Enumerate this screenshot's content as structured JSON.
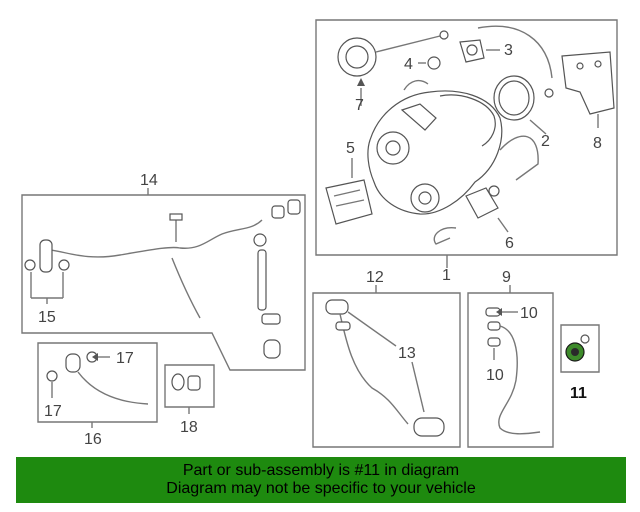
{
  "diagram": {
    "callouts": {
      "c1": "1",
      "c2": "2",
      "c3": "3",
      "c4": "4",
      "c5": "5",
      "c6": "6",
      "c7": "7",
      "c8": "8",
      "c9": "9",
      "c10a": "10",
      "c10b": "10",
      "c11": "11",
      "c12": "12",
      "c13": "13",
      "c14": "14",
      "c15": "15",
      "c16": "16",
      "c17a": "17",
      "c17b": "17",
      "c18": "18"
    },
    "highlighted_part": "11",
    "highlight_color": "#1e8a0f"
  },
  "banner": {
    "line1": "Part or sub-assembly is #11 in diagram",
    "line2": "Diagram may not be specific to your vehicle"
  }
}
